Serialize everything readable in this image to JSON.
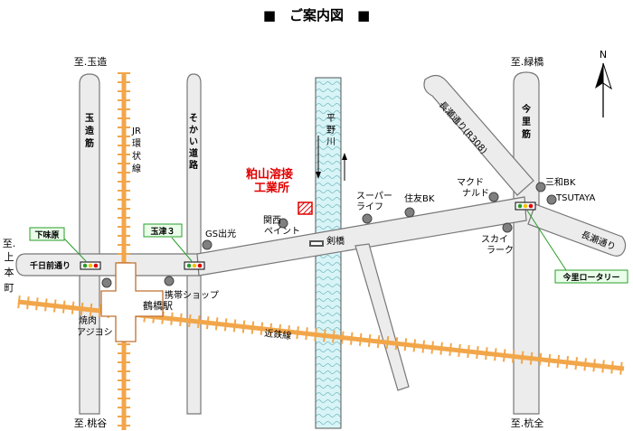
{
  "title": "■　ご案内図　■",
  "north": "N",
  "company": {
    "line1": "粕山溶接",
    "line2": "工業所"
  },
  "destinations": {
    "tamatsukuri": "至.玉造",
    "midoribashi": "至.緑橋",
    "uehommachi": [
      "至.",
      "上",
      "本",
      "町"
    ],
    "momodani": "至.桃谷",
    "kokkan": "至.杭全"
  },
  "roads": {
    "tamatsukuri_suji": [
      "玉",
      "造",
      "筋"
    ],
    "jr_loop": [
      "JR",
      "環",
      "状",
      "線"
    ],
    "sokai_dori": [
      "そ",
      "か",
      "い",
      "道",
      "路"
    ],
    "hirano_river": [
      "平",
      "野",
      "川"
    ],
    "imasato_suji": [
      "今",
      "里",
      "筋"
    ],
    "nagase_dori_upper": "長瀬通り(R308)",
    "nagase_dori_lower": "長瀬通り",
    "sennichimae_dori": "千日前通り",
    "kintetsu": "近鉄線",
    "tsurugibashi": "剣橋"
  },
  "station": "鶴橋駅",
  "signals": {
    "shimoajiharu": "下味原",
    "tamatsu3": "玉津３",
    "imasato_rotary": "今里ロータリー"
  },
  "landmarks": {
    "gs": "GS出光",
    "kansai_paint": [
      "関西",
      "ペイント"
    ],
    "supermarket": [
      "スーパー",
      "ライフ"
    ],
    "sumitomo": "住友BK",
    "mcdonalds": [
      "マクド",
      "ナルド"
    ],
    "sanwa": "三和BK",
    "tsutaya": "TSUTAYA",
    "skylark": [
      "スカイ",
      "ラーク"
    ],
    "mobile_shop": "携帯ショップ",
    "yakiniku": [
      "焼肉",
      "アジヨシ"
    ]
  },
  "colors": {
    "river": "#d8f4f6",
    "rail_jr": "#f2a64a",
    "rail_kintetsu": "#f2a64a",
    "road_fill": "#ececec",
    "company_red": "#e00000",
    "signal_label_border": "#2a9d2a",
    "signal_label_bg": "#eaffea"
  },
  "icons": {
    "landmark": "landmark-dot-icon",
    "traffic_signal": "traffic-signal-icon",
    "north_arrow": "north-arrow-icon",
    "company": "company-marker-icon"
  }
}
